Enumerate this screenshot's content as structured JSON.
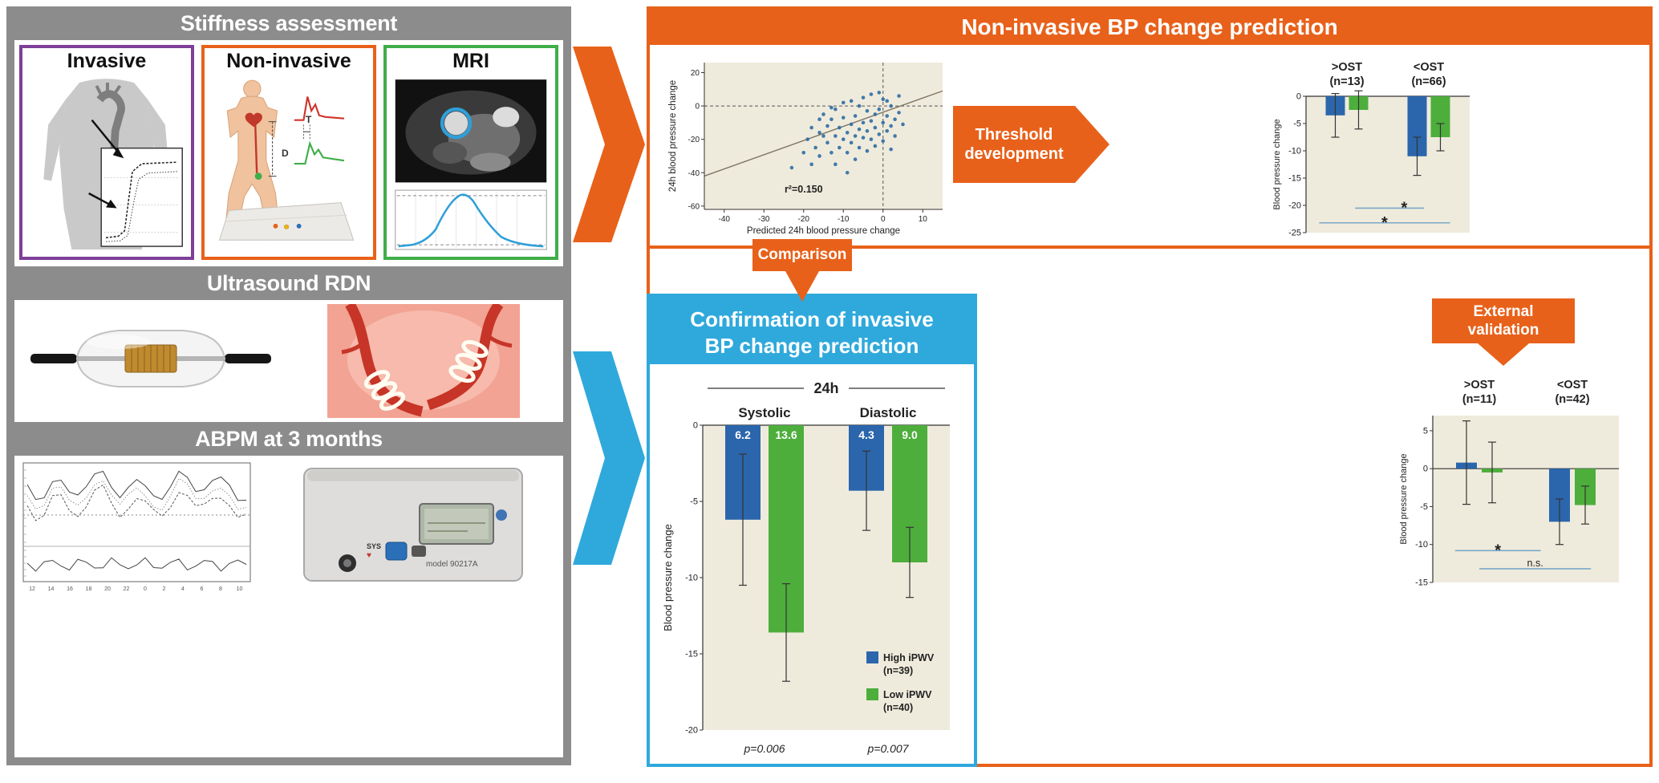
{
  "colors": {
    "orange": "#E8611A",
    "panel_blue": "#2FA9DC",
    "bar_blue": "#2B66AD",
    "bar_green": "#4DAE3C",
    "gray": "#8C8C8C",
    "cream": "#EFEBDC",
    "purple": "#7D3F98",
    "green_border": "#3FAE49",
    "point_blue": "#2E6DA4"
  },
  "left_panel": {
    "stiffness_header": "Stiffness assessment",
    "boxes": [
      {
        "label": "Invasive"
      },
      {
        "label": "Non-invasive"
      },
      {
        "label": "MRI"
      }
    ],
    "noninvasive_annotations": {
      "d": "D",
      "t": "T"
    },
    "ultrasound_header": "Ultrasound RDN",
    "abpm_header": "ABPM at 3 months",
    "abpm_chart": {
      "x_ticks": [
        "12",
        "14",
        "16",
        "18",
        "20",
        "22",
        "0",
        "2",
        "4",
        "6",
        "8",
        "10"
      ]
    },
    "abpm_device": {
      "button_label": "SYS",
      "model_label": "model 90217A"
    }
  },
  "right_panel": {
    "noninvasive_header": "Non-invasive BP change prediction",
    "threshold_arrow": {
      "line1": "Threshold",
      "line2": "development"
    },
    "comparison_label": "Comparison",
    "confirmation_header": {
      "line1": "Confirmation of invasive",
      "line2": "BP change prediction"
    },
    "external_arrow": {
      "line1": "External",
      "line2": "validation"
    }
  },
  "chart_data": [
    {
      "id": "prediction_scatter",
      "type": "scatter",
      "xlabel": "Predicted 24h blood pressure change",
      "ylabel": "24h blood pressure change",
      "xlim": [
        -45,
        15
      ],
      "ylim": [
        -62,
        26
      ],
      "x_ticks": [
        -40,
        -30,
        -20,
        -10,
        0,
        10
      ],
      "y_ticks": [
        -60,
        -40,
        -20,
        0,
        20
      ],
      "annotation": "r²=0.150",
      "regression_line": [
        [
          -45,
          -42
        ],
        [
          15,
          9
        ]
      ],
      "point_color": "#2E6DA4",
      "points": [
        [
          -23,
          -37
        ],
        [
          -20,
          -28
        ],
        [
          -19,
          -20
        ],
        [
          -18,
          -13
        ],
        [
          -18,
          -35
        ],
        [
          -17,
          -25
        ],
        [
          -16,
          -8
        ],
        [
          -16,
          -30
        ],
        [
          -16,
          -16
        ],
        [
          -15,
          -18
        ],
        [
          -15,
          -5
        ],
        [
          -14,
          -22
        ],
        [
          -14,
          -12
        ],
        [
          -13,
          -28
        ],
        [
          -13,
          -8
        ],
        [
          -13,
          -1
        ],
        [
          -12,
          -18
        ],
        [
          -12,
          -35
        ],
        [
          -12,
          -2
        ],
        [
          -11,
          -25
        ],
        [
          -11,
          -13
        ],
        [
          -10,
          -20
        ],
        [
          -10,
          -7
        ],
        [
          -10,
          2
        ],
        [
          -9,
          -16
        ],
        [
          -9,
          -28
        ],
        [
          -9,
          -40
        ],
        [
          -8,
          -11
        ],
        [
          -8,
          -22
        ],
        [
          -8,
          3
        ],
        [
          -7,
          -18
        ],
        [
          -7,
          -6
        ],
        [
          -7,
          -32
        ],
        [
          -6,
          -14
        ],
        [
          -6,
          -25
        ],
        [
          -6,
          0
        ],
        [
          -5,
          -10
        ],
        [
          -5,
          -19
        ],
        [
          -5,
          5
        ],
        [
          -4,
          -15
        ],
        [
          -4,
          -3
        ],
        [
          -4,
          -27
        ],
        [
          -3,
          -9
        ],
        [
          -3,
          -20
        ],
        [
          -3,
          7
        ],
        [
          -2,
          -13
        ],
        [
          -2,
          -5
        ],
        [
          -2,
          -24
        ],
        [
          -1,
          -17
        ],
        [
          -1,
          -2
        ],
        [
          -1,
          8
        ],
        [
          0,
          -10
        ],
        [
          0,
          -21
        ],
        [
          0,
          4
        ],
        [
          1,
          -6
        ],
        [
          1,
          3
        ],
        [
          1,
          -15
        ],
        [
          2,
          -12
        ],
        [
          2,
          0
        ],
        [
          2,
          -26
        ],
        [
          3,
          -8
        ],
        [
          3,
          -18
        ],
        [
          4,
          -4
        ],
        [
          4,
          6
        ],
        [
          5,
          -11
        ]
      ]
    },
    {
      "id": "ost_development",
      "type": "bar",
      "categories": [
        ">OST",
        "<OST"
      ],
      "category_counts": [
        "(n=13)",
        "(n=66)"
      ],
      "ylabel": "Blood pressure change",
      "ylim": [
        -25,
        0
      ],
      "y_ticks": [
        0,
        -5,
        -10,
        -15,
        -20,
        -25
      ],
      "series": [
        {
          "name": "High iPWV",
          "color": "#2B66AD",
          "values": [
            -3.5,
            -11.0
          ],
          "errors": [
            4.0,
            3.5
          ]
        },
        {
          "name": "Low iPWV",
          "color": "#4DAE3C",
          "values": [
            -2.5,
            -7.5
          ],
          "errors": [
            3.5,
            2.5
          ]
        }
      ],
      "significance": [
        {
          "label": "*",
          "y": -20.5,
          "x1": 0.3,
          "x2": 0.72,
          "label_x": 0.6
        },
        {
          "label": "*",
          "y": -23.2,
          "x1": 0.08,
          "x2": 0.88,
          "label_x": 0.48
        }
      ]
    },
    {
      "id": "invasive_confirmation",
      "type": "bar",
      "group_header": "24h",
      "categories": [
        "Systolic",
        "Diastolic"
      ],
      "ylabel": "Blood pressure change",
      "ylim": [
        -20,
        0
      ],
      "y_ticks": [
        0,
        -5,
        -10,
        -15,
        -20
      ],
      "series": [
        {
          "name": "High iPWV",
          "n": "(n=39)",
          "color": "#2B66AD",
          "values": [
            -6.2,
            -4.3
          ],
          "errors": [
            4.3,
            2.6
          ],
          "bar_labels": [
            "6.2",
            "4.3"
          ]
        },
        {
          "name": "Low iPWV",
          "n": "(n=40)",
          "color": "#4DAE3C",
          "values": [
            -13.6,
            -9.0
          ],
          "errors": [
            3.2,
            2.3
          ],
          "bar_labels": [
            "13.6",
            "9.0"
          ]
        }
      ],
      "p_values": [
        "p=0.006",
        "p=0.007"
      ]
    },
    {
      "id": "ost_validation",
      "type": "bar",
      "categories": [
        ">OST",
        "<OST"
      ],
      "category_counts": [
        "(n=11)",
        "(n=42)"
      ],
      "ylabel": "Blood pressure change",
      "ylim": [
        -15,
        7
      ],
      "y_ticks": [
        5,
        0,
        -5,
        -10,
        -15
      ],
      "series": [
        {
          "name": "High iPWV",
          "color": "#2B66AD",
          "values": [
            0.8,
            -7.0
          ],
          "errors": [
            5.5,
            3.0
          ]
        },
        {
          "name": "Low iPWV",
          "color": "#4DAE3C",
          "values": [
            -0.5,
            -4.8
          ],
          "errors": [
            4.0,
            2.5
          ]
        }
      ],
      "significance": [
        {
          "label": "*",
          "y": -10.8,
          "x1": 0.12,
          "x2": 0.58,
          "label_x": 0.35
        },
        {
          "label": "n.s.",
          "y": -13.2,
          "x1": 0.25,
          "x2": 0.85,
          "label_x": 0.55
        }
      ]
    }
  ]
}
